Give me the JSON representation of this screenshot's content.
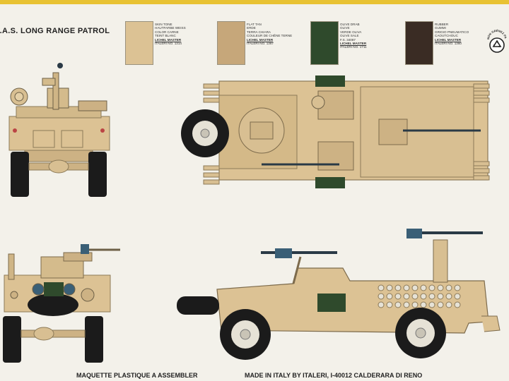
{
  "title": "S.A.S. LONG RANGE PATROL",
  "swatches": [
    {
      "color": "#dcc294",
      "lines": [
        "SKIN TONE",
        "HAUTFARBE WEISS",
        "COLOR CARNE",
        "TEINT BLANC"
      ],
      "brand": "LICHEL MASTER",
      "ref": "ITALERI NO. 1314"
    },
    {
      "color": "#c6a77a",
      "lines": [
        "FLAT TAN",
        "ERDE",
        "TERRA CHIARA",
        "COULEUR DE CHÊNE TERNE"
      ],
      "brand": "LICHEL MASTER",
      "ref": "ITALERI NO. 1367"
    },
    {
      "color": "#2f4a2c",
      "lines": [
        "OLIVE DRAB",
        "OLIVE",
        "VERDE OLIVA",
        "OLIVE SALE",
        "F.S. 34087"
      ],
      "brand": "LICHEL MASTER",
      "ref": "ITALERI NO. 1711"
    },
    {
      "color": "#3a2c24",
      "lines": [
        "RUBBER",
        "GUMMI",
        "GRIGIO PNEUMATICO",
        "CAOUTCHOUC"
      ],
      "brand": "LICHEL MASTER",
      "ref": "ITALERI NO. 1360"
    }
  ],
  "recycle_label": "NON GRÉNEZ PAS",
  "footer_left": "MAQUETTE PLASTIQUE A ASSEMBLER",
  "footer_right": "MADE IN ITALY BY ITALERI, I-40012 CALDERARA DI RENO",
  "colors": {
    "sand": "#dcc294",
    "sand_dark": "#c9ad7e",
    "olive": "#2f4a2c",
    "tire": "#1b1b1b",
    "gun": "#3a5f76",
    "page": "#f3f1ea",
    "accent_bar": "#e8c233"
  }
}
